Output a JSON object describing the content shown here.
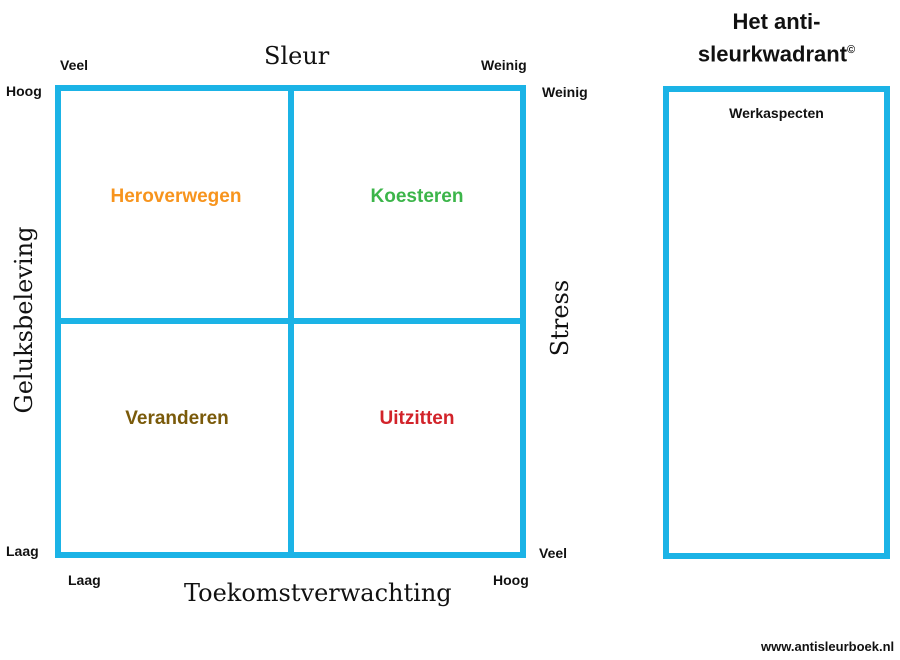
{
  "quadrant": {
    "top_axis_title": "Sleur",
    "bottom_axis_title": "Toekomstverwachting",
    "left_axis_title": "Geluksbeleving",
    "right_axis_title": "Stress",
    "top_left_label": "Veel",
    "top_right_label": "Weinig",
    "left_top_label": "Hoog",
    "left_bottom_label": "Laag",
    "right_top_label": "Weinig",
    "right_bottom_label": "Veel",
    "bottom_left_label": "Laag",
    "bottom_right_label": "Hoog",
    "cells": {
      "top_left": {
        "label": "Heroverwegen",
        "color": "#f7941d"
      },
      "top_right": {
        "label": "Koesteren",
        "color": "#3cb54a"
      },
      "bottom_left": {
        "label": "Veranderen",
        "color": "#7a5a0a"
      },
      "bottom_right": {
        "label": "Uitzitten",
        "color": "#d2232a"
      }
    },
    "line_color": "#1bb3e6"
  },
  "panel": {
    "title_line1": "Het anti-",
    "title_line2": "sleurkwadrant",
    "title_mark": "©",
    "box_label": "Werkaspecten"
  },
  "footer": {
    "url": "www.antisleurboek.nl"
  }
}
